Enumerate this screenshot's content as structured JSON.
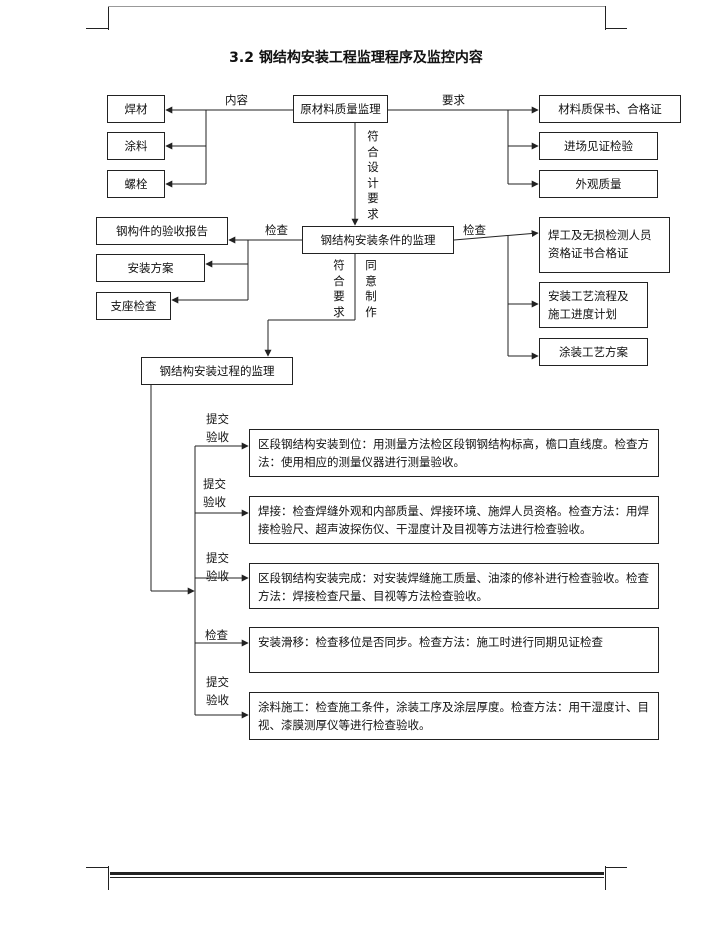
{
  "title": "3.2  钢结构安装工程监理程序及监控内容",
  "raw_material": {
    "label": "原材料质量监理",
    "content_label": "内容",
    "require_label": "要求",
    "left_items": [
      "焊材",
      "涂料",
      "螺栓"
    ],
    "right_items": [
      "材料质保书、合格证",
      "进场见证检验",
      "外观质量"
    ],
    "down_label": [
      "符",
      "合",
      "设",
      "计",
      "要",
      "求"
    ]
  },
  "conditions": {
    "label": "钢结构安装条件的监理",
    "left_check": "检查",
    "right_check": "检查",
    "left_items": [
      "钢构件的验收报告",
      "安装方案",
      "支座检查"
    ],
    "right_items": [
      "焊工及无损检测人员资格证书合格证",
      "安装工艺流程及施工进度计划",
      "涂装工艺方案"
    ],
    "down_label_1": [
      "符",
      "合",
      "要",
      "求"
    ],
    "down_label_2": [
      "同",
      "意",
      "制",
      "作"
    ]
  },
  "process": {
    "label": "钢结构安装过程的监理",
    "steps": [
      {
        "tag": "提交验收",
        "text": "区段钢结构安装到位：用测量方法检区段钢钢结构标高，檐口直线度。检查方法：使用相应的测量仪器进行测量验收。"
      },
      {
        "tag": "提交验收",
        "text": "焊接：检查焊缝外观和内部质量、焊接环境、施焊人员资格。检查方法：用焊接检验尺、超声波探伤仪、干湿度计及目视等方法进行检查验收。"
      },
      {
        "tag": "提交验收",
        "text": "区段钢结构安装完成：对安装焊缝施工质量、油漆的修补进行检查验收。检查方法：焊接检查尺量、目视等方法检查验收。"
      },
      {
        "tag": "检查",
        "text": "安装滑移：检查移位是否同步。检查方法：施工时进行同期见证检查"
      },
      {
        "tag": "提交验收",
        "text": "涂料施工：检查施工条件，涂装工序及涂层厚度。检查方法：用干湿度计、目视、漆膜测厚仪等进行检查验收。"
      }
    ]
  }
}
